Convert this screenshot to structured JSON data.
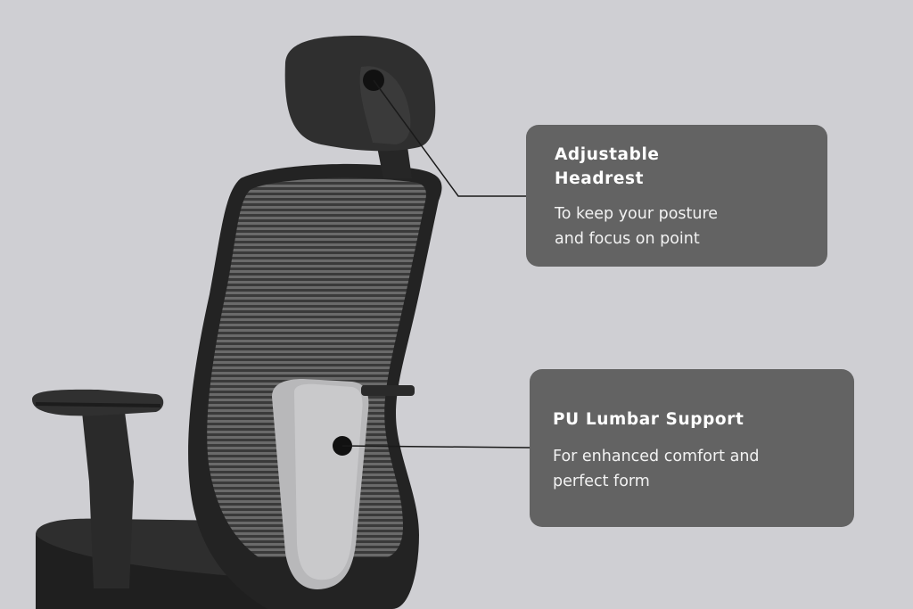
{
  "colors": {
    "background": "#cfcfd3",
    "callout_fill": "#636363",
    "callout_text": "#ffffff",
    "chair_frame": "#2b2b2b",
    "lumbar_pad": "#b9b9bb"
  },
  "callouts": {
    "headrest": {
      "title": "Adjustable\nHeadrest",
      "body": "To keep your posture\nand focus on point"
    },
    "lumbar": {
      "title": "PU Lumbar Support",
      "body": "For enhanced comfort and\nperfect form"
    }
  }
}
